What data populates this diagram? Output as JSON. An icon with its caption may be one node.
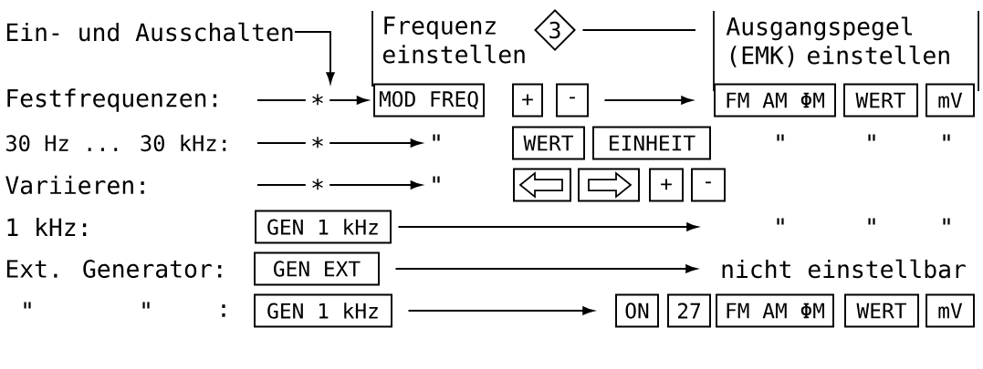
{
  "diagram": {
    "nodes": [
      {
        "text": [
          "Ein- und Ausschalten"
        ]
      },
      {
        "text": [
          "3"
        ]
      },
      {
        "text": [
          "MOD FREQ"
        ]
      },
      {
        "text": [
          "+"
        ]
      },
      {
        "text": [
          "-"
        ]
      },
      {
        "text": [
          "FM AM ΦM"
        ]
      },
      {
        "text": [
          "WERT"
        ]
      },
      {
        "text": [
          "mV"
        ]
      },
      {
        "text": [
          "\""
        ]
      },
      {
        "text": [
          "WERT"
        ]
      },
      {
        "text": [
          "EINHEIT"
        ]
      },
      {
        "text": [
          "\""
        ]
      },
      {
        "text": [],
        "shape": "box"
      },
      {
        "text": [],
        "shape": "box"
      },
      {
        "text": [
          "+"
        ]
      },
      {
        "text": [
          "-"
        ]
      },
      {
        "text": [
          "GEN 1 kHz"
        ]
      },
      {
        "text": [
          "GEN EXT"
        ]
      },
      {
        "text": [
          "nicht einstellbar"
        ]
      },
      {
        "text": [
          "GEN 1 kHz"
        ]
      },
      {
        "text": [
          "ON"
        ]
      },
      {
        "text": [
          "27"
        ]
      },
      {
        "text": [
          "FM AM ΦM"
        ]
      },
      {
        "text": [
          "WERT"
        ]
      },
      {
        "text": [
          "mV"
        ]
      }
    ],
    "edges": [
      {
        "from": 0,
        "to": null,
        "arrow": "to"
      },
      {
        "from": 1,
        "to": null,
        "arrow": "none"
      },
      {
        "from": null,
        "to": 2,
        "arrow": "to",
        "label": "*"
      },
      {
        "from": 4,
        "to": 5,
        "arrow": "to"
      },
      {
        "from": null,
        "to": 8,
        "arrow": "to",
        "label": "*"
      },
      {
        "from": null,
        "to": 11,
        "arrow": "to",
        "label": "*"
      },
      {
        "from": 16,
        "to": null,
        "arrow": "to"
      },
      {
        "from": 17,
        "to": 18,
        "arrow": "to"
      },
      {
        "from": 19,
        "to": 20,
        "arrow": "to"
      }
    ],
    "labels": [
      "Frequenz einstellen",
      "Ausgangspegel (EMK) einstellen",
      "Festfrequenzen:",
      "30 Hz ... 30 kHz:",
      "\"",
      "\"",
      "\"",
      "Variieren:",
      "1 kHz:",
      "\"",
      "\"",
      "\"",
      "Ext. Generator:",
      "\"",
      "\"",
      ":"
    ]
  }
}
